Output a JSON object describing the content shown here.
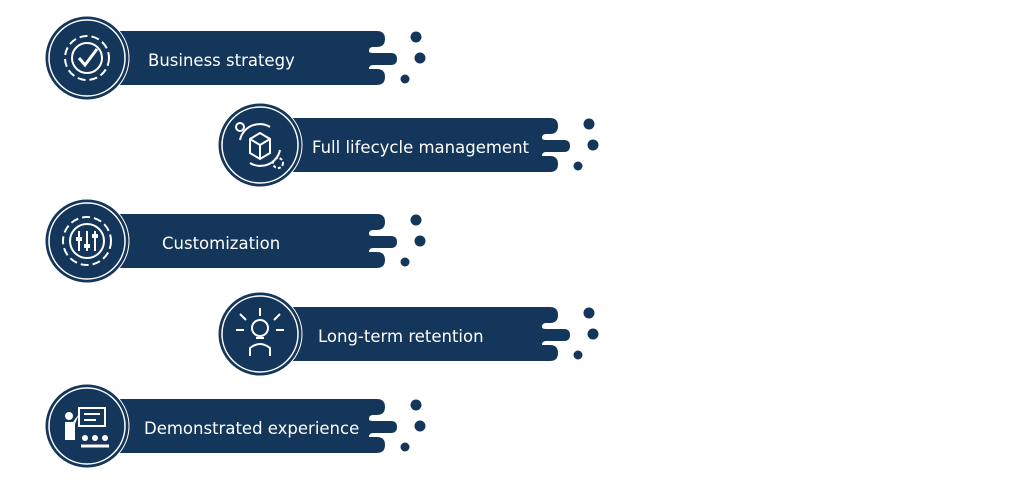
{
  "colors": {
    "primary": "#14365a",
    "text": "#ffffff"
  },
  "items": [
    {
      "label": "Business strategy",
      "icon": "gear-check-icon"
    },
    {
      "label": "Full lifecycle management",
      "icon": "box-cycle-icon"
    },
    {
      "label": "Customization",
      "icon": "gear-sliders-icon"
    },
    {
      "label": "Long-term retention",
      "icon": "lightbulb-person-icon"
    },
    {
      "label": "Demonstrated experience",
      "icon": "presentation-icon"
    }
  ]
}
